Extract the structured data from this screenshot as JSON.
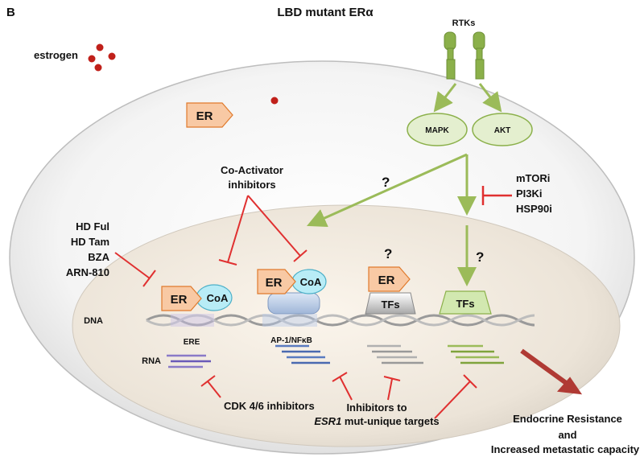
{
  "panel_letter": "B",
  "title": "LBD mutant ERα",
  "estrogen_label": "estrogen",
  "rtks_label": "RTKs",
  "er_label": "ER",
  "coa_label": "CoA",
  "tfs_label": "TFs",
  "mapk_label": "MAPK",
  "akt_label": "AKT",
  "question_mark": "?",
  "coactivator_inhibitors": [
    "Co-Activator",
    "inhibitors"
  ],
  "left_inhibitors": [
    "HD Ful",
    "HD Tam",
    "BZA",
    "ARN-810"
  ],
  "right_inhibitors": [
    "mTORi",
    "PI3Ki",
    "HSP90i"
  ],
  "dna_label": "DNA",
  "rna_label": "RNA",
  "ere_label": "ERE",
  "ap1_label": "AP-1/NFκB",
  "cdk_label": "CDK 4/6 inhibitors",
  "esr1_inhibitors": {
    "line1": "Inhibitors to",
    "italic": "ESR1",
    "line2_rest": " mut-unique targets"
  },
  "outcome": [
    "Endocrine Resistance",
    "and",
    "Increased metastatic capacity"
  ],
  "colors": {
    "er_orange": "#f8c9a4",
    "er_stroke": "#e07a2c",
    "coa_cyan": "#b8ecf6",
    "green_arrow": "#9bbb59",
    "rtk_green": "#8bb04a",
    "red_inhibit": "#e03030",
    "estrogen_red": "#c0201a",
    "outcome_arrow": "#b03a34"
  }
}
